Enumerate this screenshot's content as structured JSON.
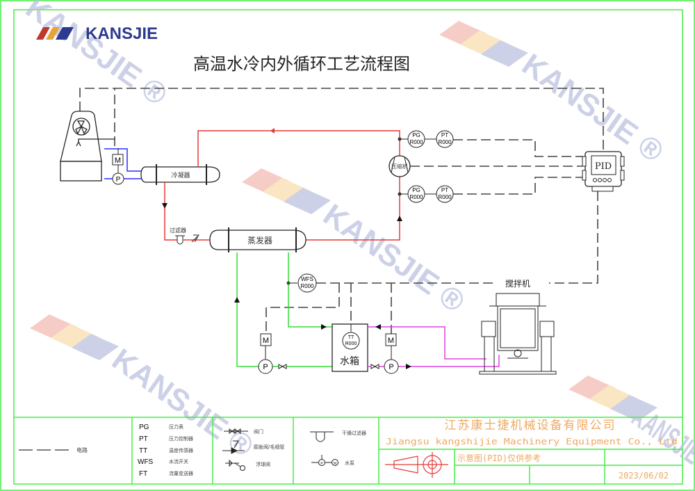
{
  "brand": {
    "name": "KANSJIE",
    "watermark_text": "KANSJIE",
    "watermark_mark": "®",
    "colors": {
      "red": "#c0392b",
      "orange": "#e8a23a",
      "blue": "#2c3a8f",
      "watermark": "#b8bedd"
    }
  },
  "title": "高温水冷内外循环工艺流程图",
  "equipment": {
    "condenser": "冷凝器",
    "evaporator": "蒸发器",
    "filter": "过滤器",
    "compressor": "压缩机",
    "controller": "PID",
    "water_tank": "水箱",
    "mixer": "搅拌机",
    "motor": "M",
    "pump": "P"
  },
  "instruments": [
    {
      "tag": "PG",
      "id": "R000"
    },
    {
      "tag": "PT",
      "id": "R000"
    },
    {
      "tag": "PG",
      "id": "R000"
    },
    {
      "tag": "PT",
      "id": "R000"
    },
    {
      "tag": "WFS",
      "id": "R000"
    },
    {
      "tag": "TT",
      "id": "R000"
    }
  ],
  "line_colors": {
    "refrigerant": "#e53935",
    "cooling_water": "#2b2bff",
    "chilled_water": "#33dd33",
    "process_water": "#e040e0",
    "signal": "#333333",
    "frame": "#44ee44",
    "title_block_text": "#f0a860",
    "symbol_red": "#e53935"
  },
  "legend": {
    "line_label": "电路",
    "abbreviations": [
      {
        "code": "PG",
        "desc": "压力表"
      },
      {
        "code": "PT",
        "desc": "压力控制器"
      },
      {
        "code": "TT",
        "desc": "温度传感器"
      },
      {
        "code": "WFS",
        "desc": "水流开关"
      },
      {
        "code": "FT",
        "desc": "流量变送器"
      }
    ],
    "symbols_a": [
      {
        "desc": "阀门"
      },
      {
        "desc": "膨胀阀/毛细管"
      },
      {
        "desc": "浮球阀"
      }
    ],
    "symbols_b": [
      {
        "desc": "干燥过滤器"
      },
      {
        "desc": "水泵"
      }
    ]
  },
  "title_block": {
    "company_cn": "江苏康士捷机械设备有限公司",
    "company_en": "Jiangsu kangshijie Machinery Equipment Co., Ltd",
    "note": "示意图(PID)仅供参考",
    "date": "2023/06/02"
  }
}
